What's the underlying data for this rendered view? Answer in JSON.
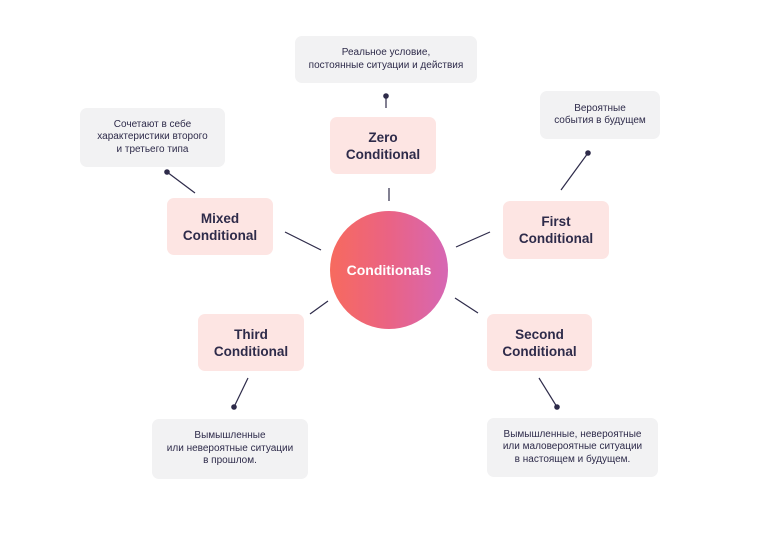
{
  "center": {
    "label": "Conditionals"
  },
  "nodes": {
    "zero": {
      "line1": "Zero",
      "line2": "Conditional"
    },
    "first": {
      "line1": "First",
      "line2": "Conditional"
    },
    "second": {
      "line1": "Second",
      "line2": "Conditional"
    },
    "third": {
      "line1": "Third",
      "line2": "Conditional"
    },
    "mixed": {
      "line1": "Mixed",
      "line2": "Conditional"
    }
  },
  "notes": {
    "zero": [
      "Реальное условие,",
      "постоянные ситуации и действия"
    ],
    "first": [
      "Вероятные",
      "события в будущем"
    ],
    "second": [
      "Вымышленные, невероятные",
      "или маловероятные ситуации",
      "в настоящем и будущем."
    ],
    "third": [
      "Вымышленные",
      "или невероятные ситуации",
      "в прошлом."
    ],
    "mixed": [
      "Сочетают в себе",
      "характеристики второго",
      "и третьего типа"
    ]
  },
  "colors": {
    "node_fill": "#fde5e3",
    "note_fill": "#f2f2f3",
    "text": "#2e2b4a",
    "line": "#2e2b4a",
    "gradient_start": "#f76a5e",
    "gradient_end": "#d667b4"
  }
}
